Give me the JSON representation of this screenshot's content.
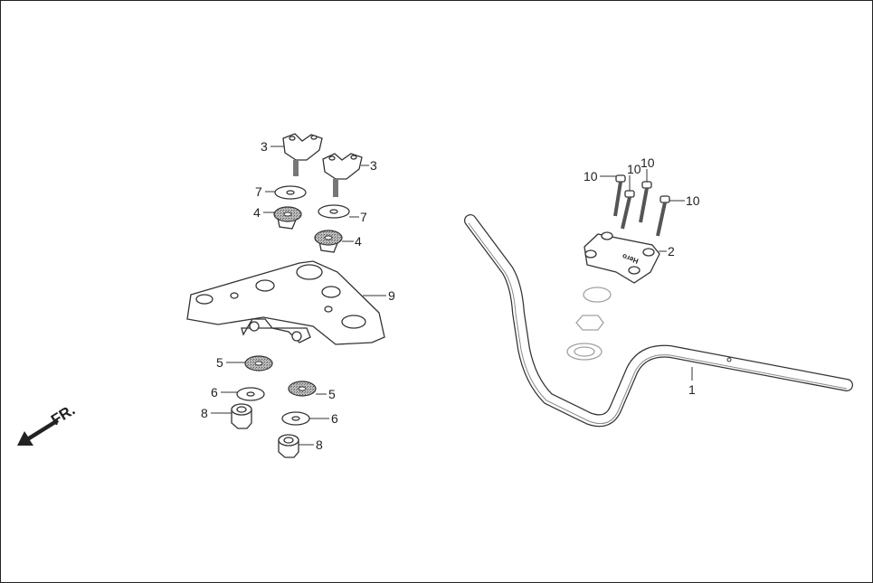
{
  "diagram": {
    "front_indicator": "FR.",
    "logo_text": "Hero",
    "callouts": [
      {
        "part": "3"
      },
      {
        "part": "3"
      },
      {
        "part": "7"
      },
      {
        "part": "4"
      },
      {
        "part": "7"
      },
      {
        "part": "4"
      },
      {
        "part": "9"
      },
      {
        "part": "5"
      },
      {
        "part": "6"
      },
      {
        "part": "5"
      },
      {
        "part": "8"
      },
      {
        "part": "6"
      },
      {
        "part": "8"
      },
      {
        "part": "10"
      },
      {
        "part": "10"
      },
      {
        "part": "10"
      },
      {
        "part": "10"
      },
      {
        "part": "2"
      },
      {
        "part": "1"
      }
    ]
  }
}
